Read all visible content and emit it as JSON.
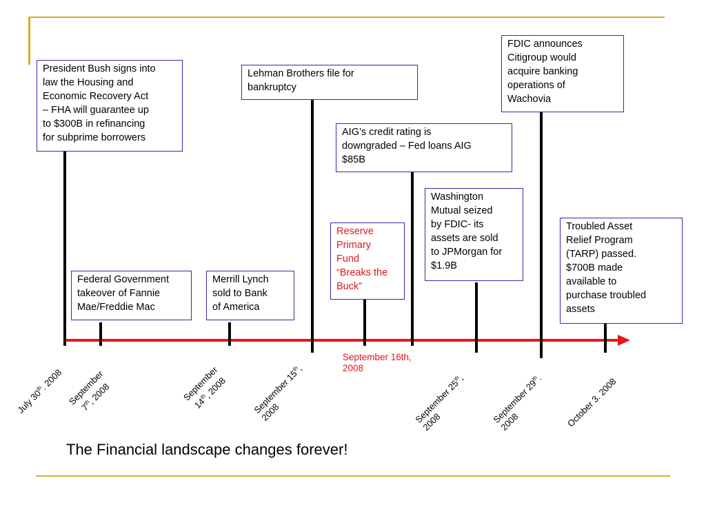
{
  "events": [
    {
      "id": "housing-act",
      "text": "President Bush signs into\nlaw the Housing and\nEconomic Recovery Act\n– FHA will guarantee up\nto $300B in refinancing\nfor subprime borrowers"
    },
    {
      "id": "fannie-freddie",
      "text": "Federal Government\ntakeover of Fannie\nMae/Freddie Mac"
    },
    {
      "id": "merrill-lynch",
      "text": "Merrill Lynch\nsold to Bank\nof America"
    },
    {
      "id": "lehman",
      "text": "Lehman Brothers file for\nbankruptcy"
    },
    {
      "id": "reserve-fund",
      "text": "Reserve\nPrimary\nFund\n“Breaks the\nBuck”"
    },
    {
      "id": "aig",
      "text": "AIG’s credit rating is\ndowngraded – Fed loans AIG\n$85B"
    },
    {
      "id": "wamu",
      "text": "Washington\nMutual seized\nby FDIC- its\nassets are sold\nto JPMorgan for\n$1.9B"
    },
    {
      "id": "fdic-citi",
      "text": "FDIC announces\nCitigroup would\nacquire banking\noperations of\nWachovia"
    },
    {
      "id": "tarp",
      "text": "Troubled Asset\nRelief Program\n(TARP) passed.\n$700B made\navailable to\npurchase troubled\nassets"
    }
  ],
  "dates": {
    "jul30": {
      "pre": "July 30",
      "sup": "th",
      "post": ". 2008"
    },
    "sep7": {
      "pre": "September\n7",
      "sup": "th",
      "post": ", 2008"
    },
    "sep14": {
      "pre": "September\n14",
      "sup": "th",
      "post": ", 2008"
    },
    "sep15": {
      "pre": "September 15",
      "sup": "th",
      "post": ",\n2008"
    },
    "sep16": {
      "pre": "September 16th,\n2008",
      "sup": "",
      "post": ""
    },
    "sep25": {
      "pre": "September 25",
      "sup": "th",
      "post": ",\n2008"
    },
    "sep29": {
      "pre": "September 29",
      "sup": "th",
      "post": ".\n2008"
    },
    "oct3": {
      "pre": "October 3. 2008",
      "sup": "",
      "post": ""
    }
  },
  "footer": "The Financial landscape changes forever!",
  "colors": {
    "axis": "#e8141b",
    "box_border": "#2b2bb0",
    "highlight_text": "#e0161b",
    "decor": "#e0a92a"
  }
}
